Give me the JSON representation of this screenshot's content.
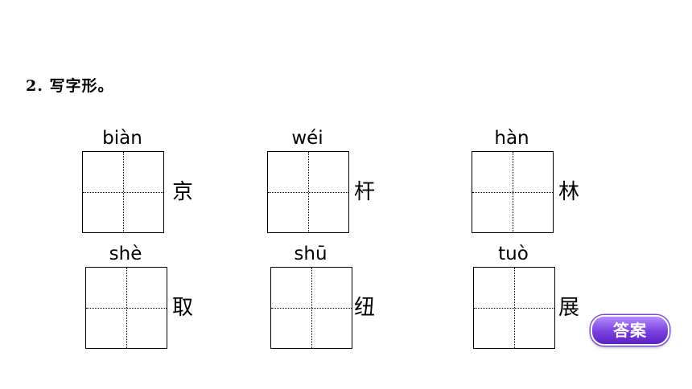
{
  "question": "2. 写字形。",
  "cells": [
    {
      "pinyin": "biàn",
      "char": "京"
    },
    {
      "pinyin": "wéi",
      "char": "杆"
    },
    {
      "pinyin": "hàn",
      "char": "林"
    },
    {
      "pinyin": "shè",
      "char": "取"
    },
    {
      "pinyin": "shū",
      "char": "纽"
    },
    {
      "pinyin": "tuò",
      "char": "展"
    }
  ],
  "answer_button": "答案",
  "colors": {
    "button_top": "#b58cff",
    "button_bottom": "#5b22c2"
  }
}
